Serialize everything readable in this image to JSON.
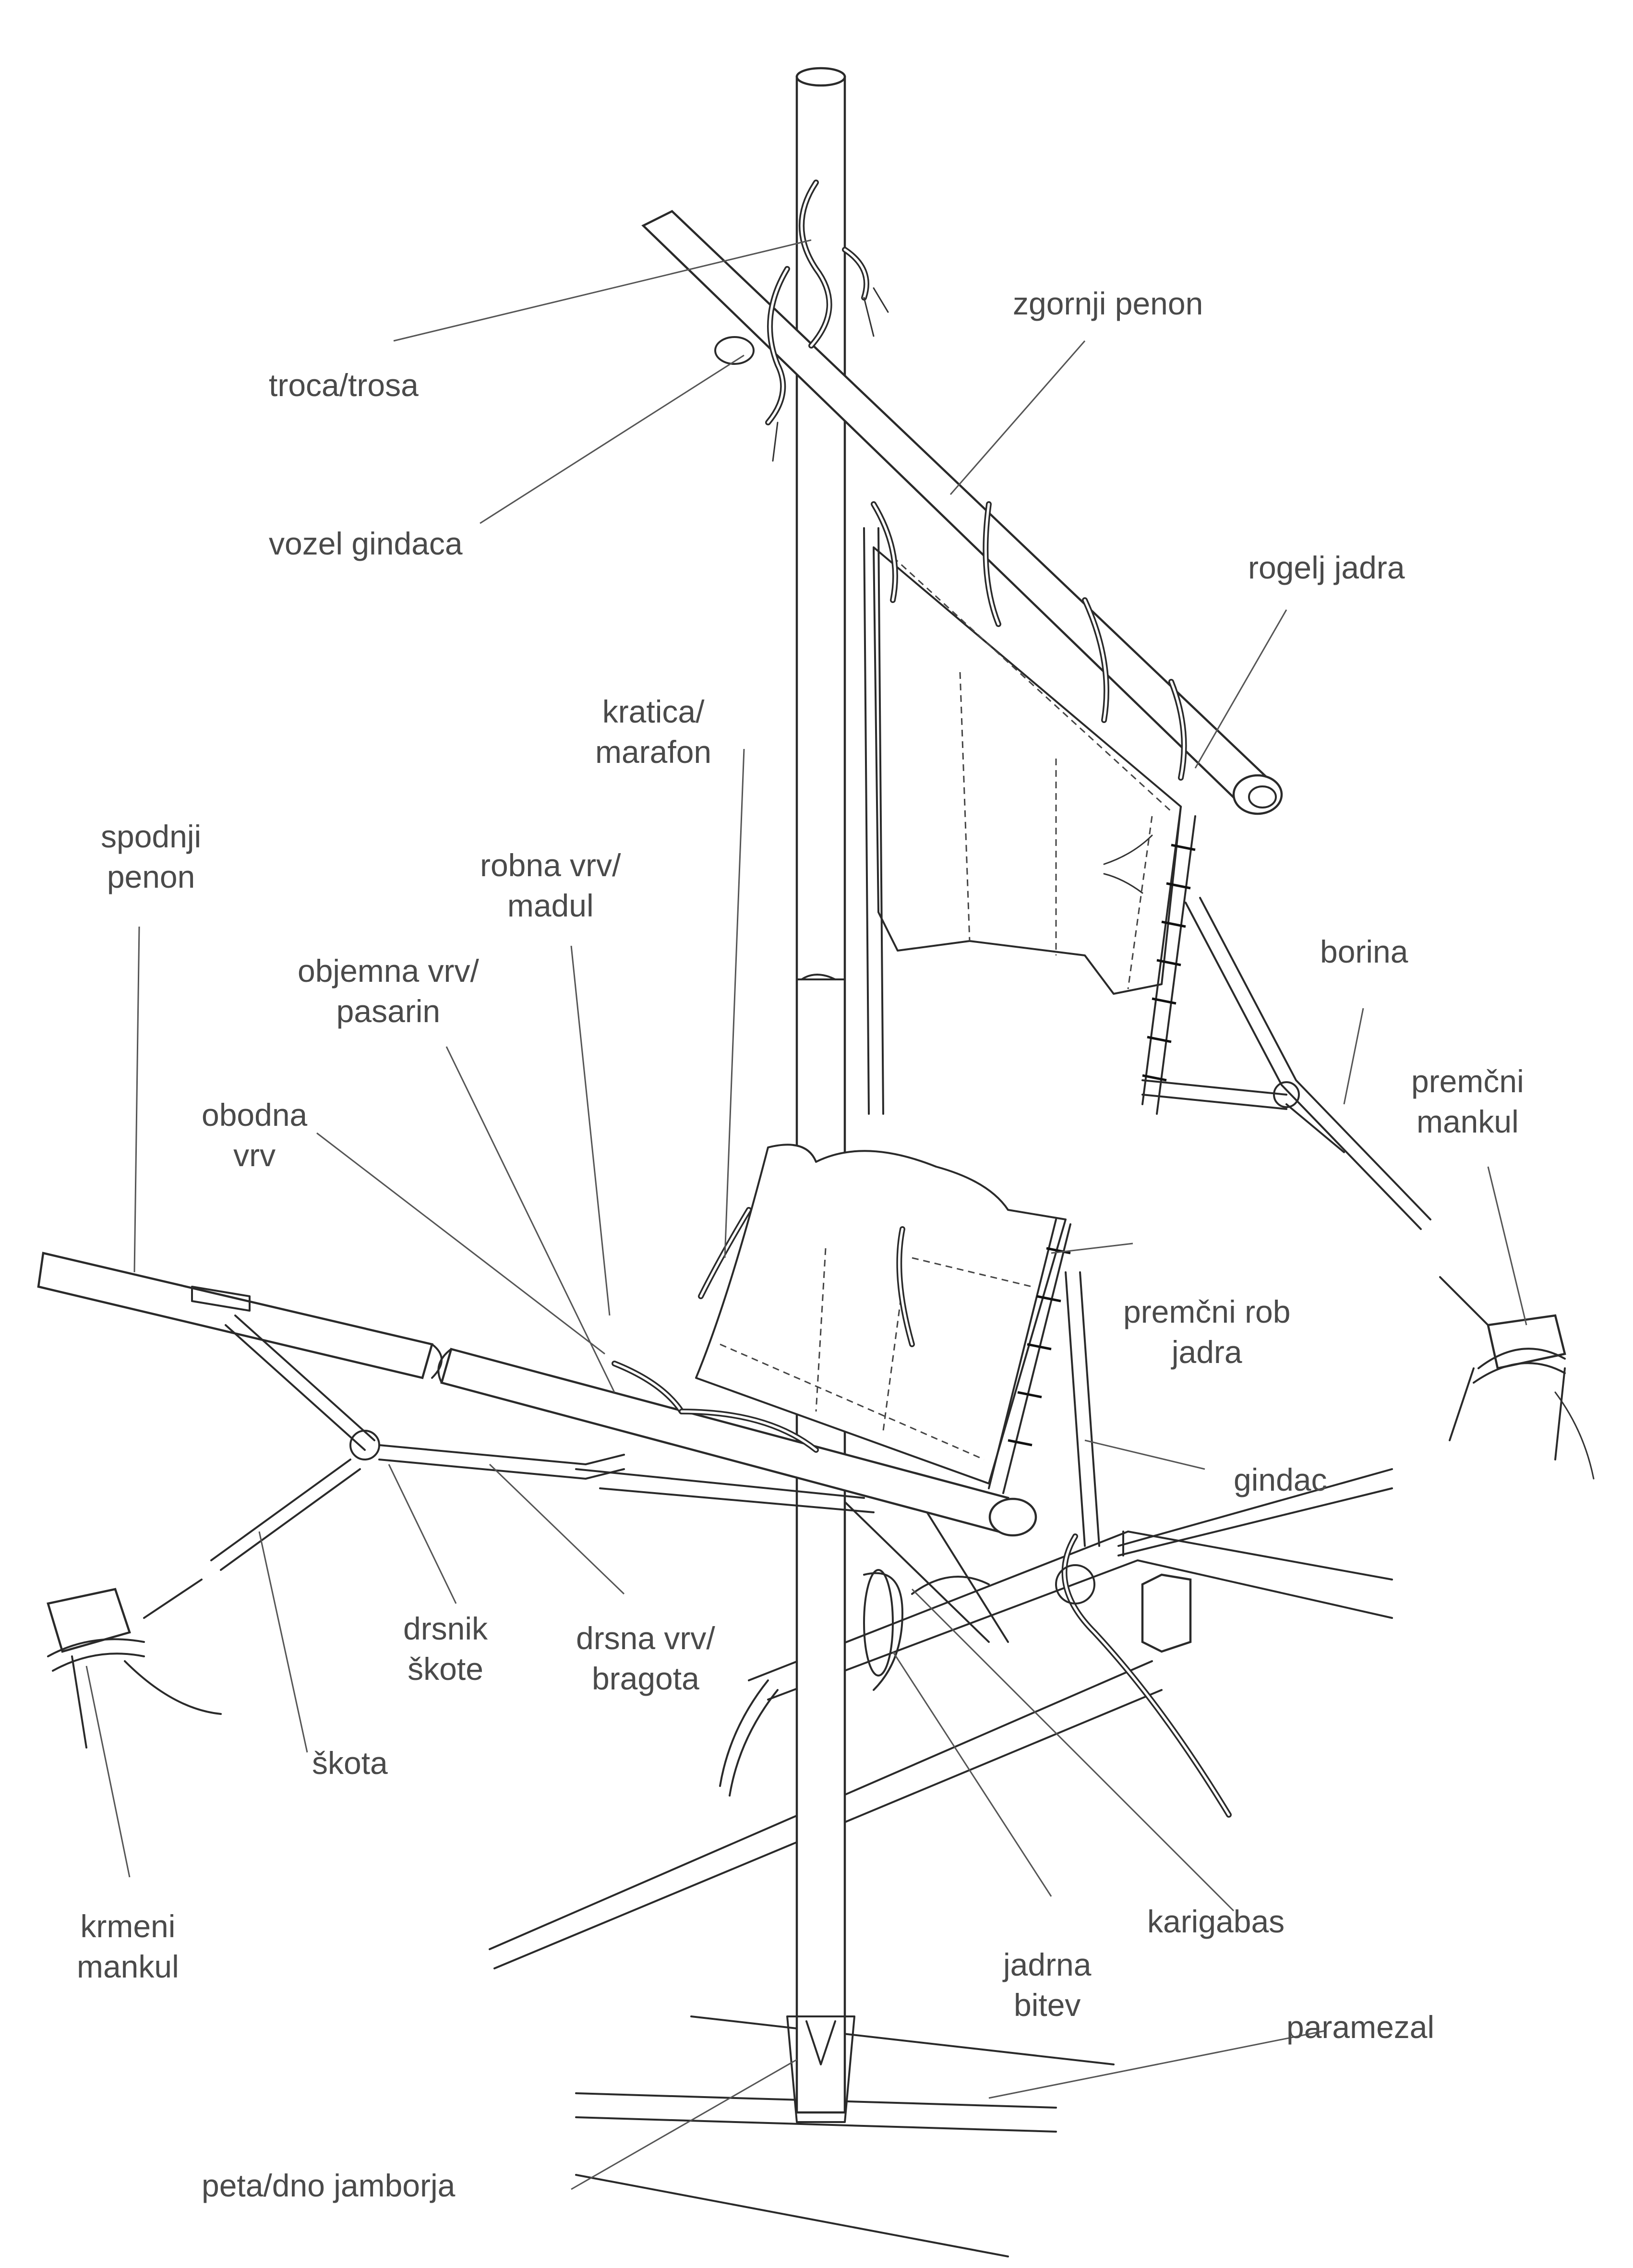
{
  "diagram": {
    "labels": {
      "troca_trosa": [
        "troca/trosa"
      ],
      "zgornji_penon": [
        "zgornji penon"
      ],
      "vozel_gindaca": [
        "vozel gindaca"
      ],
      "rogelj_jadra": [
        "rogelj jadra"
      ],
      "kratica_marafon": [
        "kratica/",
        "marafon"
      ],
      "spodnji_penon": [
        "spodnji",
        "penon"
      ],
      "robna_vrv_madul": [
        "robna vrv/",
        "madul"
      ],
      "objemna_vrv_pasarin": [
        "objemna vrv/",
        "pasarin"
      ],
      "borina": [
        "borina"
      ],
      "premcni_mankul": [
        "premčni",
        "mankul"
      ],
      "obodna_vrv": [
        "obodna",
        "vrv"
      ],
      "premcni_rob_jadra": [
        "premčni rob",
        "jadra"
      ],
      "gindac": [
        "gindac"
      ],
      "drsnik_skote": [
        "drsnik",
        "škote"
      ],
      "drsna_vrv_bragota": [
        "drsna vrv/",
        "bragota"
      ],
      "skota": [
        "škota"
      ],
      "krmeni_mankul": [
        "krmeni",
        "mankul"
      ],
      "karigabas": [
        "karigabas"
      ],
      "jadrna_bitev": [
        "jadrna",
        "bitev"
      ],
      "paramezal": [
        "paramezal"
      ],
      "peta_dno_jamborja": [
        "peta/dno jamborja"
      ]
    },
    "colors": {
      "ink": "#2a2a2a",
      "label_text": "#4a4a4a",
      "leader": "#555555",
      "background": "#ffffff"
    }
  }
}
